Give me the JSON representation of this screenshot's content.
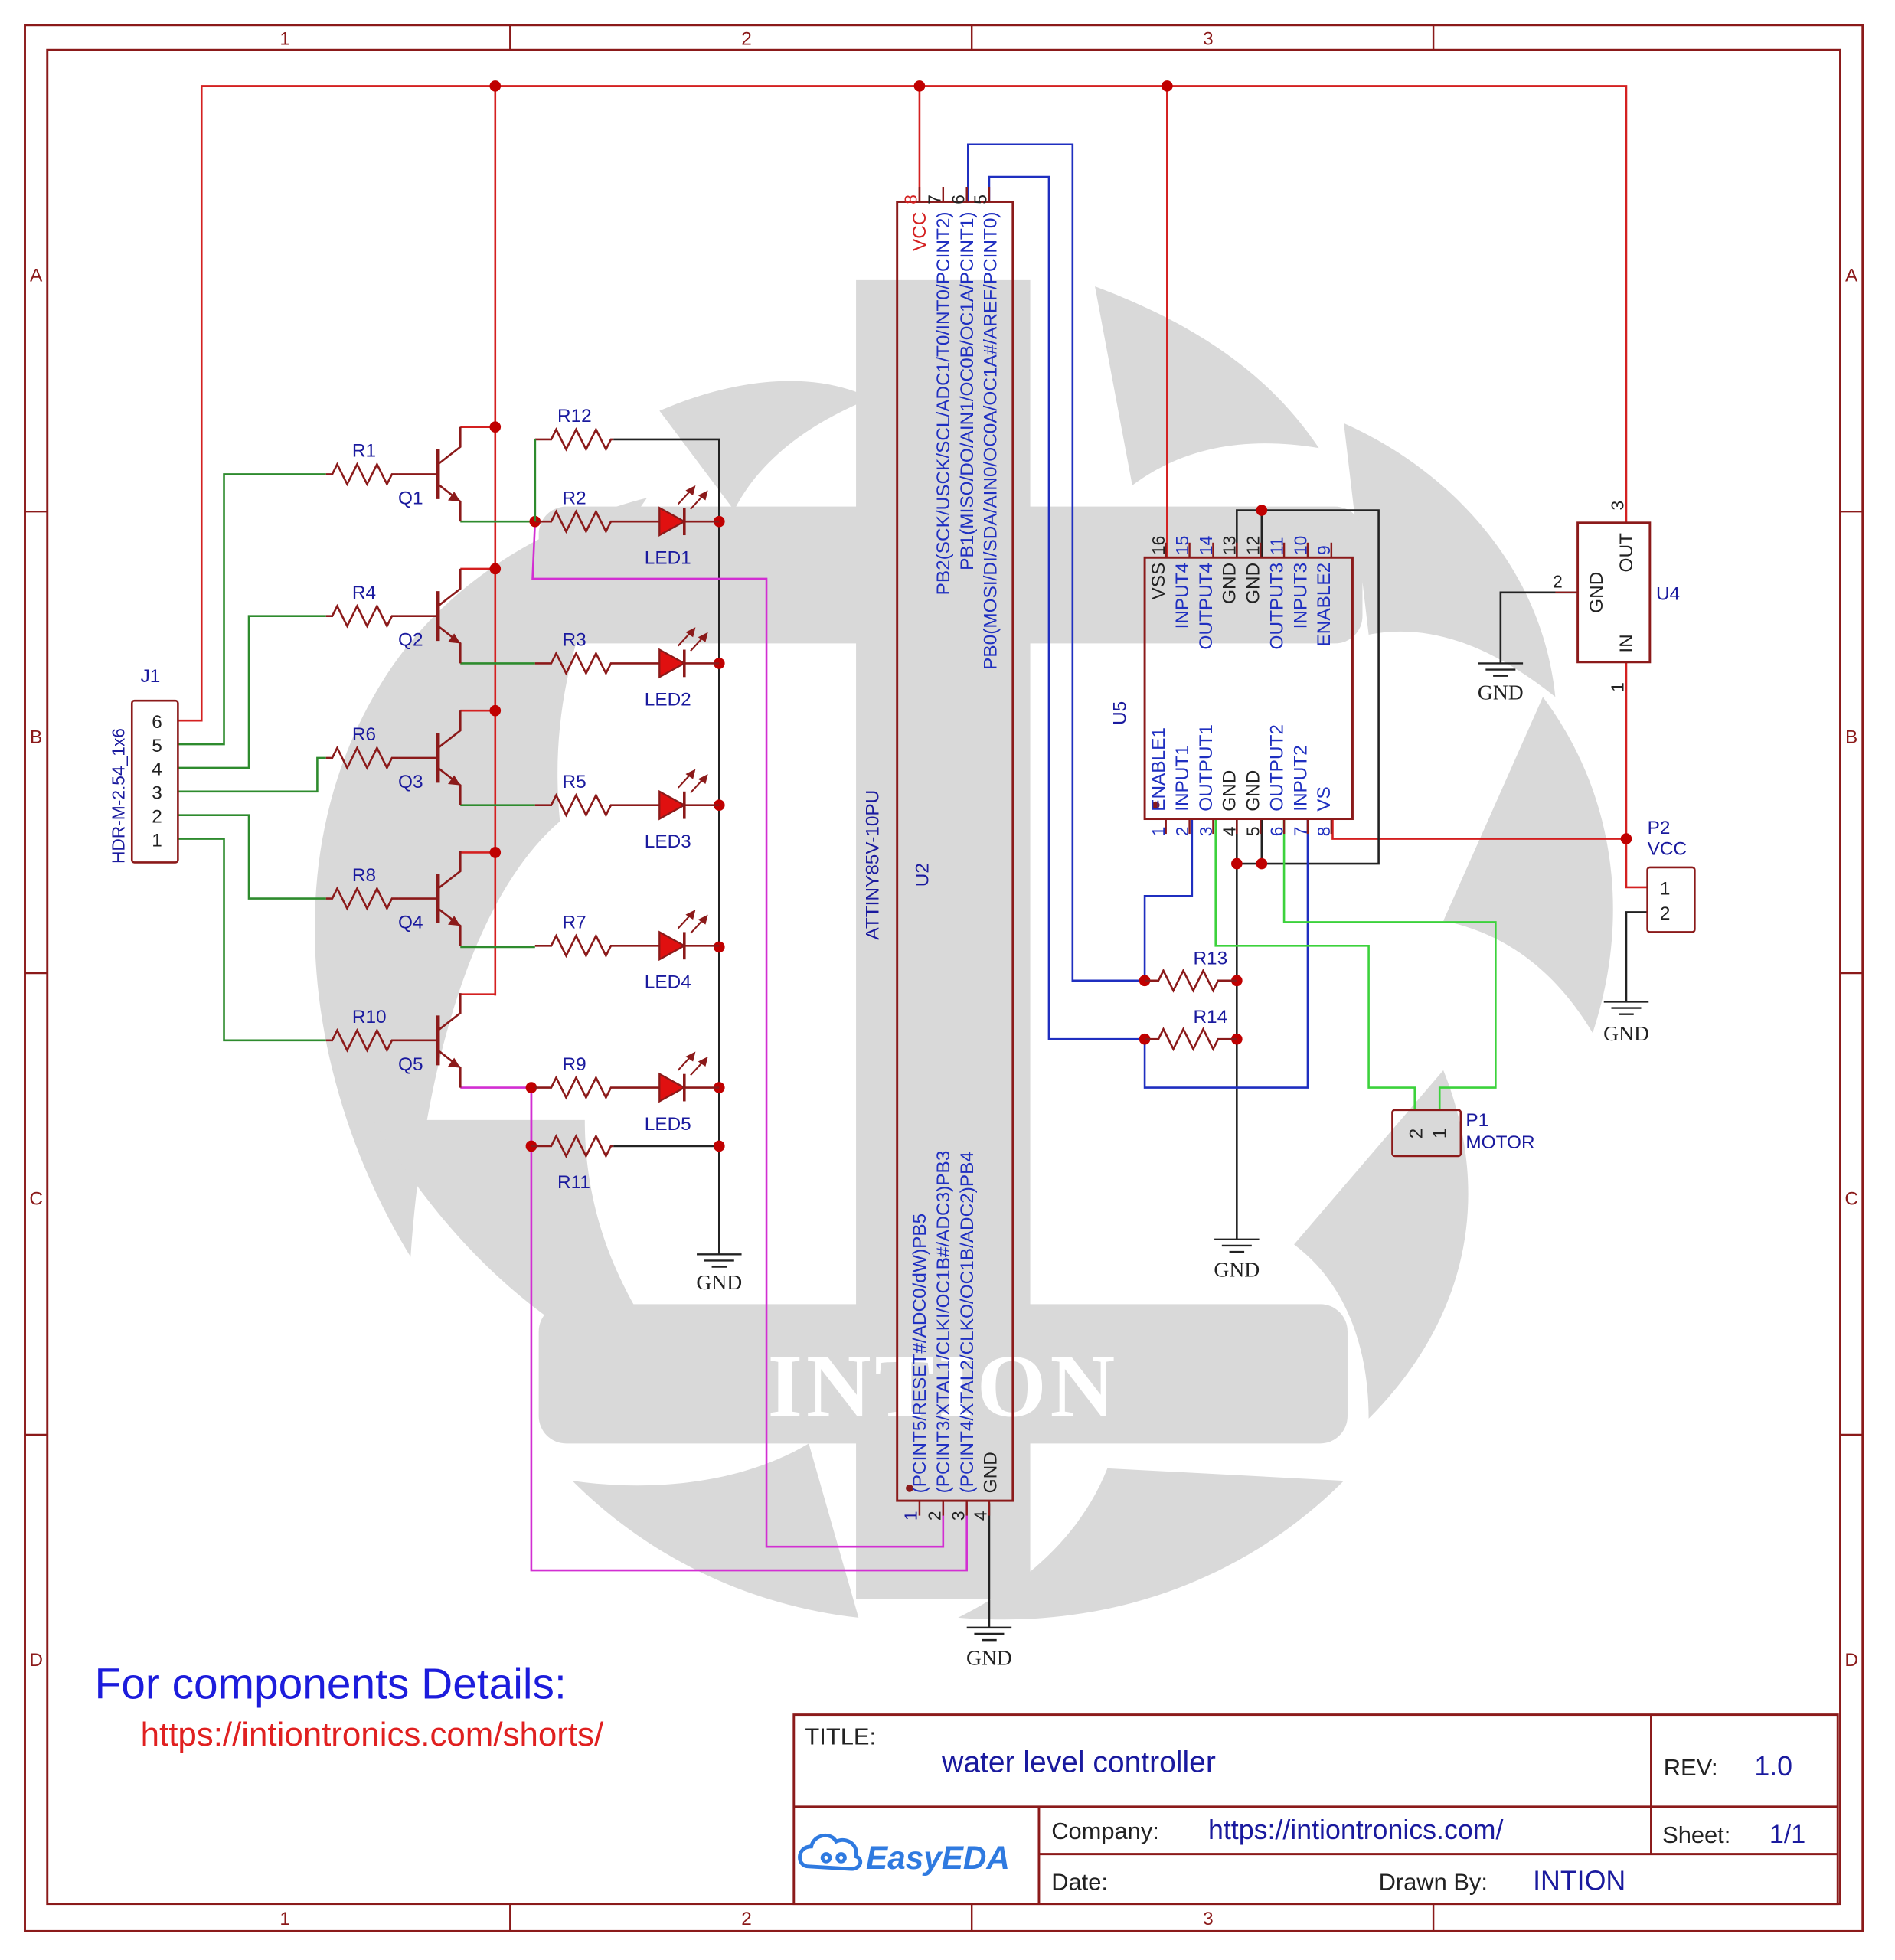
{
  "frame": {
    "columns": [
      "1",
      "2",
      "3"
    ],
    "rows": [
      "A",
      "B",
      "C",
      "D"
    ]
  },
  "watermark": {
    "text": "INTION"
  },
  "colors": {
    "frame": "#8b1a1a",
    "power_wire": "#d42020",
    "signal_wire_green": "#2e8b2e",
    "signal_wire_blue": "#1f2fc0",
    "signal_wire_magenta": "#d22fd2",
    "motor_wire": "#3cd23c",
    "ground_wire": "#222222",
    "label_blue": "#1a1a9e",
    "led_fill": "#e01010",
    "watermark_gray": "#d6d6d6"
  },
  "connector_j1": {
    "ref": "J1",
    "part": "HDR-M-2.54_1x6",
    "pins": [
      "6",
      "5",
      "4",
      "3",
      "2",
      "1"
    ]
  },
  "transistors": [
    "Q1",
    "Q2",
    "Q3",
    "Q4",
    "Q5"
  ],
  "base_resistors": [
    "R1",
    "R4",
    "R6",
    "R8",
    "R10"
  ],
  "led_resistors": [
    "R2",
    "R3",
    "R5",
    "R7",
    "R9"
  ],
  "leds": [
    "LED1",
    "LED2",
    "LED3",
    "LED4",
    "LED5"
  ],
  "extra_resistors": {
    "r12": "R12",
    "r11": "R11",
    "r13": "R13",
    "r14": "R14"
  },
  "ground_labels": [
    "GND",
    "GND",
    "GND",
    "GND",
    "GND"
  ],
  "u2": {
    "ref": "U2",
    "part": "ATTINY85V-10PU",
    "top_pin_numbers": [
      "8",
      "7",
      "6",
      "5"
    ],
    "top_pins": [
      "VCC",
      "PB2(SCK/USCK/SCL/ADC1/T0/INT0/PCINT2)",
      "PB1(MISO/DO/AIN1/OC0B/OC1A/PCINT1)",
      "PB0(MOSI/DI/SDA/AIN0/OC0A/OC1A#/AREF/PCINT0)"
    ],
    "bottom_pin_numbers": [
      "1",
      "2",
      "3",
      "4"
    ],
    "bottom_pins": [
      "(PCINT5/RESET#/ADC0/dW)PB5",
      "(PCINT3/XTAL1/CLKI/OC1B#/ADC3)PB3",
      "(PCINT4/XTAL2/CLKO/OC1B/ADC2)PB4",
      "GND"
    ]
  },
  "u5": {
    "ref": "U5",
    "top_pin_numbers": [
      "16",
      "15",
      "14",
      "13",
      "12",
      "11",
      "10",
      "9"
    ],
    "top_pins": [
      "VSS",
      "INPUT4",
      "OUTPUT4",
      "GND",
      "GND",
      "OUTPUT3",
      "INPUT3",
      "ENABLE2"
    ],
    "bottom_pin_numbers": [
      "1",
      "2",
      "3",
      "4",
      "5",
      "6",
      "7",
      "8"
    ],
    "bottom_pins": [
      "ENABLE1",
      "INPUT1",
      "OUTPUT1",
      "GND",
      "GND",
      "OUTPUT2",
      "INPUT2",
      "VS"
    ]
  },
  "u4": {
    "ref": "U4",
    "pin_gnd": "GND",
    "pin_out": "OUT",
    "pin_in": "IN",
    "num_gnd": "2",
    "num_out": "3",
    "num_in": "1"
  },
  "p2": {
    "ref": "P2",
    "name": "VCC",
    "pins": [
      "1",
      "2"
    ]
  },
  "p1": {
    "ref": "P1",
    "name": "MOTOR",
    "pins": [
      "2",
      "1"
    ]
  },
  "notes": {
    "heading": "For components Details:",
    "link": "https://intiontronics.com/shorts/"
  },
  "title_block": {
    "title_label": "TITLE:",
    "title": "water level controller",
    "rev_label": "REV:",
    "rev": "1.0",
    "logo_text": "EasyEDA",
    "company_label": "Company:",
    "company": "https://intiontronics.com/",
    "sheet_label": "Sheet:",
    "sheet": "1/1",
    "date_label": "Date:",
    "drawn_by_label": "Drawn By:",
    "drawn_by": "INTION"
  }
}
